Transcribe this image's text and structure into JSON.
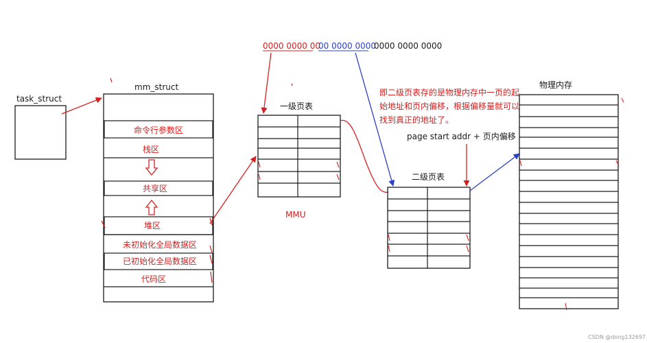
{
  "task_struct": {
    "label": "task_struct"
  },
  "mm_struct": {
    "label": "mm_struct",
    "regions": [
      "命令行参数区",
      "栈区",
      "共享区",
      "堆区",
      "未初始化全局数据区",
      "已初始化全局数据区",
      "代码区"
    ]
  },
  "address": {
    "part1": "0000 0000 00",
    "part2": "00 0000 0000",
    "part3": "0000 0000 0000"
  },
  "mmu": {
    "label": "MMU",
    "level1_label": "一级页表",
    "level2_label": "二级页表"
  },
  "annotation": {
    "line1": "即二级页表存的是物理内存中一页的起",
    "line2": "始地址和页内偏移，根据偏移量就可以",
    "line3": "找到真正的地址了。",
    "formula": "page start addr + 页内偏移"
  },
  "physical_memory": {
    "label": "物理内存"
  },
  "watermark": "CSDN @dong132697",
  "colors": {
    "red": "#d42020",
    "blue": "#2a3fc8",
    "black": "#1a1a1a"
  }
}
